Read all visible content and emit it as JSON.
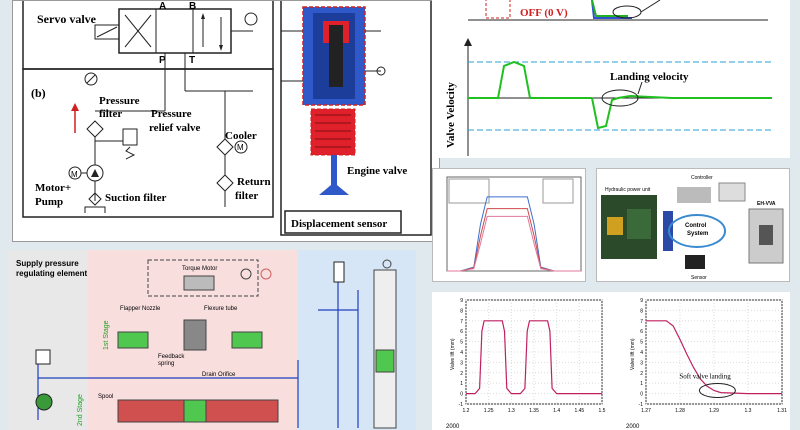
{
  "hydraulic": {
    "servo_valve": "Servo valve",
    "port_a": "A",
    "port_b": "B",
    "port_p": "P",
    "port_t": "T",
    "part_b": "(b)",
    "pressure_filter": [
      "Pressure",
      "filter"
    ],
    "pressure_relief": [
      "Pressure",
      "relief valve"
    ],
    "cooler": "Cooler",
    "motor_pump": [
      "Motor+",
      "Pump"
    ],
    "suction_filter": "Suction filter",
    "return_filter": [
      "Return",
      "filter"
    ],
    "engine_valve": "Engine valve",
    "displacement_sensor": "Displacement sensor",
    "m_symbol": "M"
  },
  "signal_plot": {
    "off_label": "OFF (0 V)",
    "ylabel": "Valve Velocity",
    "landing_label": "Landing velocity"
  },
  "schematic": {
    "supply_label": [
      "Supply pressure",
      "regulating element"
    ],
    "torque_motor": "Torque Motor",
    "flapper_nozzle": "Flapper Nozzle",
    "flexure_tube": "Flexure tube",
    "feedback_spring": [
      "Feedback",
      "spring"
    ],
    "drain_orifice": "Drain Orifice",
    "spool": "Spool",
    "stage1": "1st Stage",
    "stage2": "2nd Stage"
  },
  "system_photo": {
    "hpu": "Hydraulic power unit",
    "controller": "Controller",
    "control": [
      "Control",
      "System"
    ],
    "sensor": "Sensor",
    "ehvs": "EH-VVA"
  },
  "small_chart": {
    "chart_data": {
      "type": "line",
      "x": [
        0,
        0.1,
        0.2,
        0.25,
        0.3,
        0.6,
        0.65,
        0.7,
        0.8,
        1.0
      ],
      "series": [
        {
          "color": "#3b6fd0",
          "values": [
            0,
            0,
            0.05,
            0.6,
            0.95,
            0.95,
            0.6,
            0.05,
            0,
            0
          ]
        },
        {
          "color": "#d04a4a",
          "values": [
            0,
            0,
            0.04,
            0.45,
            0.8,
            0.8,
            0.45,
            0.04,
            0,
            0
          ]
        },
        {
          "color": "#e07a9a",
          "values": [
            0,
            0,
            0.03,
            0.35,
            0.7,
            0.7,
            0.35,
            0.03,
            0,
            0
          ]
        }
      ]
    }
  },
  "lift_charts": {
    "left": {
      "chart_data": {
        "type": "line",
        "x": [
          1.2,
          1.22,
          1.23,
          1.235,
          1.24,
          1.28,
          1.285,
          1.29,
          1.3,
          1.32,
          1.33,
          1.335,
          1.34,
          1.38,
          1.385,
          1.39,
          1.4,
          1.5
        ],
        "values": [
          0,
          0,
          0.5,
          6,
          7,
          7,
          6,
          0.5,
          0,
          0,
          0.5,
          6,
          7,
          7,
          6,
          0.5,
          0,
          0
        ],
        "xlim": [
          1.2,
          1.5
        ],
        "ylim": [
          -1,
          9
        ],
        "xticks": [
          "1.2",
          "1.25",
          "1.3",
          "1.35",
          "1.4",
          "1.45",
          "1.5"
        ],
        "yticks": [
          "-1",
          "0",
          "1",
          "2",
          "3",
          "4",
          "5",
          "6",
          "7",
          "8",
          "9"
        ],
        "ylabel": "Valve lift (mm)"
      }
    },
    "right": {
      "chart_data": {
        "type": "line",
        "x": [
          1.27,
          1.276,
          1.278,
          1.28,
          1.282,
          1.284,
          1.286,
          1.288,
          1.29,
          1.292,
          1.3,
          1.31
        ],
        "values": [
          7,
          7,
          6.5,
          5.2,
          3.8,
          2.5,
          1.4,
          0.7,
          0.3,
          0.1,
          0,
          0
        ],
        "xlim": [
          1.27,
          1.31
        ],
        "ylim": [
          -1,
          9
        ],
        "xticks": [
          "1.27",
          "1.28",
          "1.29",
          "1.3",
          "1.31"
        ],
        "yticks": [
          "-1",
          "0",
          "1",
          "2",
          "3",
          "4",
          "5",
          "6",
          "7",
          "8",
          "9"
        ],
        "ylabel": "Valve lift (mm)",
        "annotation": "Soft valve landing"
      }
    },
    "bottom_tick": "2000"
  }
}
